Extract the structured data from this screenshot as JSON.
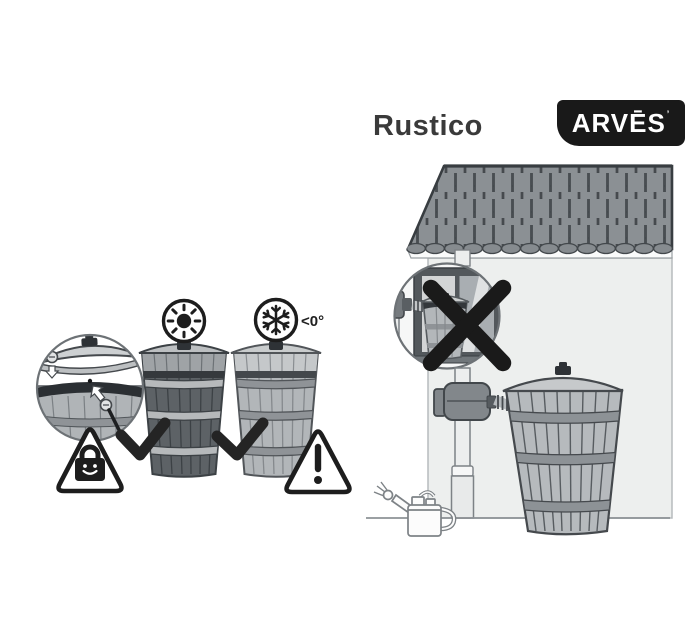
{
  "header": {
    "product_name": "Rustico",
    "brand": "ARVĒS",
    "brand_mark": "’"
  },
  "instructions": {
    "freeze_label": "<0°",
    "icons": {
      "child_lock": "padlock-in-triangle",
      "sun": "sun-in-circle",
      "frost": "snowflake-in-circle",
      "warning": "exclamation-in-triangle",
      "ok": "checkmark",
      "prohibited": "cross"
    }
  },
  "colors": {
    "ink": "#1d1d1d",
    "title_text": "#3a3a3a",
    "logo_background": "#191919",
    "logo_text": "#ffffff",
    "roof_tile": "#8b9094",
    "roof_line": "#42474b",
    "wall": "#edefee",
    "barrel_light": "#b3b7ba",
    "barrel_dark": "#5d6266",
    "hoop": "#8f9397",
    "outline": "#45494d"
  }
}
